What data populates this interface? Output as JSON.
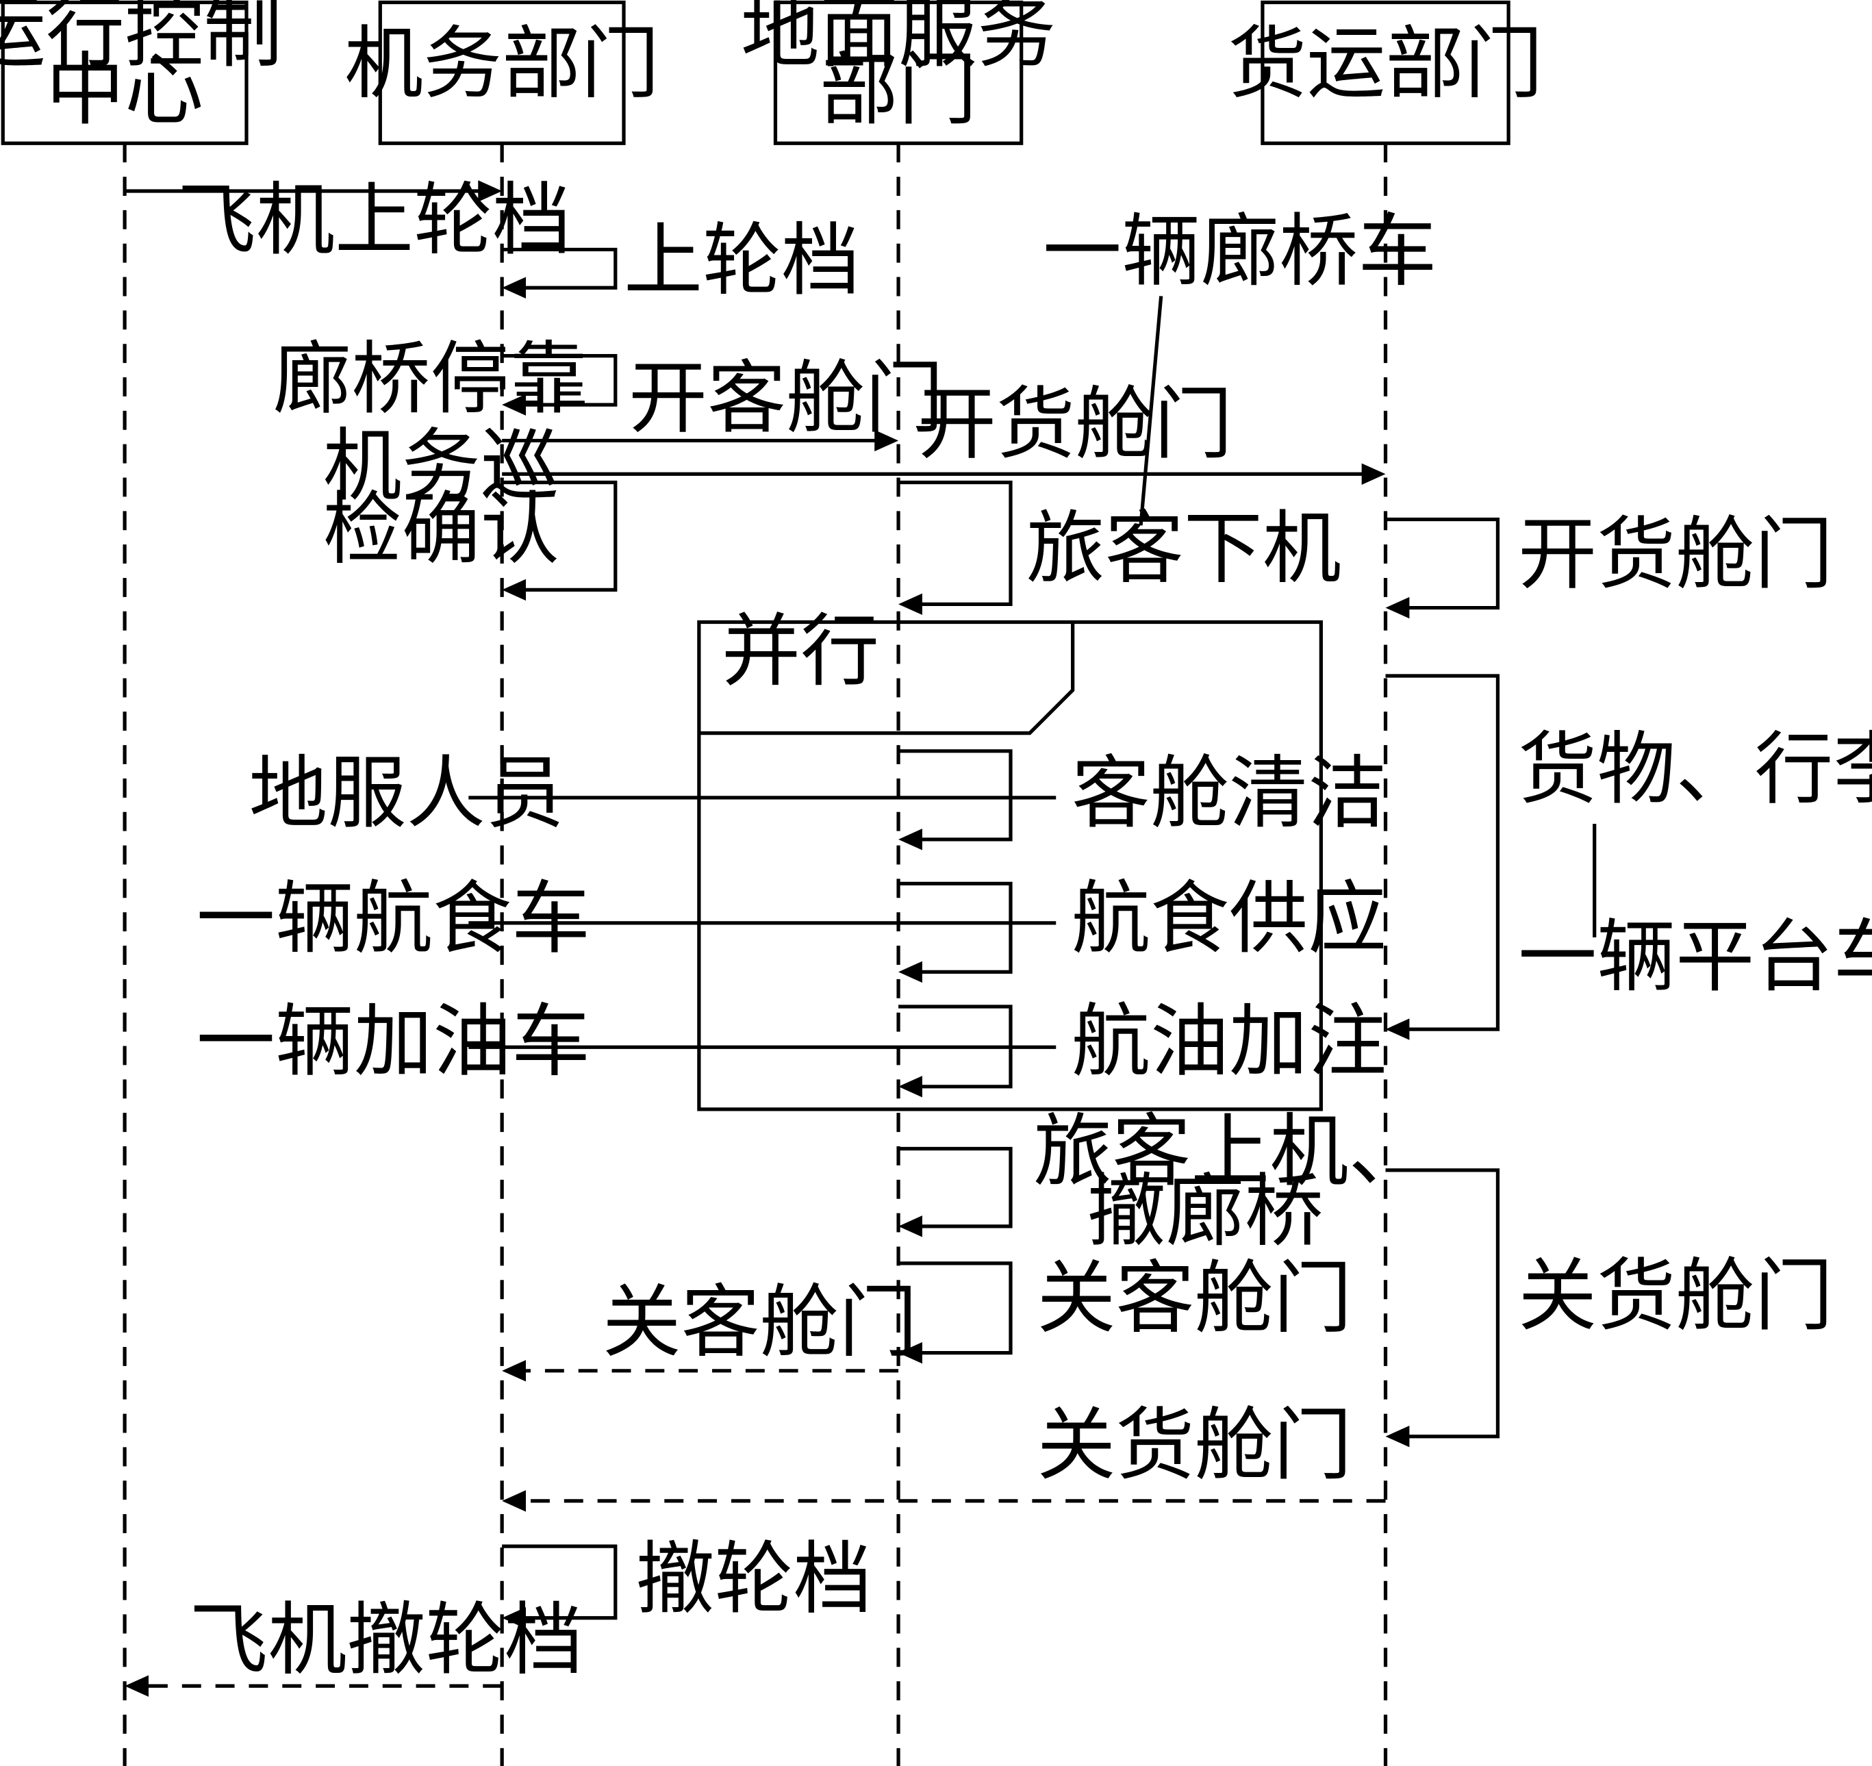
{
  "participants": {
    "ops_center": [
      "运行控制",
      "中心"
    ],
    "maintenance": [
      "机务部门"
    ],
    "ground_service": [
      "地面服务",
      "部门"
    ],
    "cargo": [
      "货运部门"
    ]
  },
  "messages": {
    "chock_on_notice": "飞机上轮档",
    "chock_on": "上轮档",
    "bridge_dock": "廊桥停靠",
    "open_pax_door": "开客舱门",
    "open_cargo_door_call": "开货舱门",
    "inspection": [
      "机务巡",
      "检确认"
    ],
    "deplane": "旅客下机",
    "open_cargo_door_self": "开货舱门",
    "cargo_loading": "货物、行李装卸",
    "platform_truck": "一辆平台车",
    "bridge_vehicle": "一辆廊桥车",
    "cabin_cleaning": "客舱清洁",
    "ground_staff": "地服人员",
    "catering": "航食供应",
    "catering_truck": "一辆航食车",
    "fueling": "航油加注",
    "fuel_truck": "一辆加油车",
    "boarding": [
      "旅客上机、",
      "撤廊桥"
    ],
    "close_pax_door_self": "关客舱门",
    "close_pax_door_reply": "关客舱门",
    "close_cargo_door_self": "关货舱门",
    "close_cargo_door_reply": "关货舱门",
    "chock_off": "撤轮档",
    "chock_off_notice": "飞机撤轮档"
  },
  "fragment": {
    "label": "并行"
  }
}
